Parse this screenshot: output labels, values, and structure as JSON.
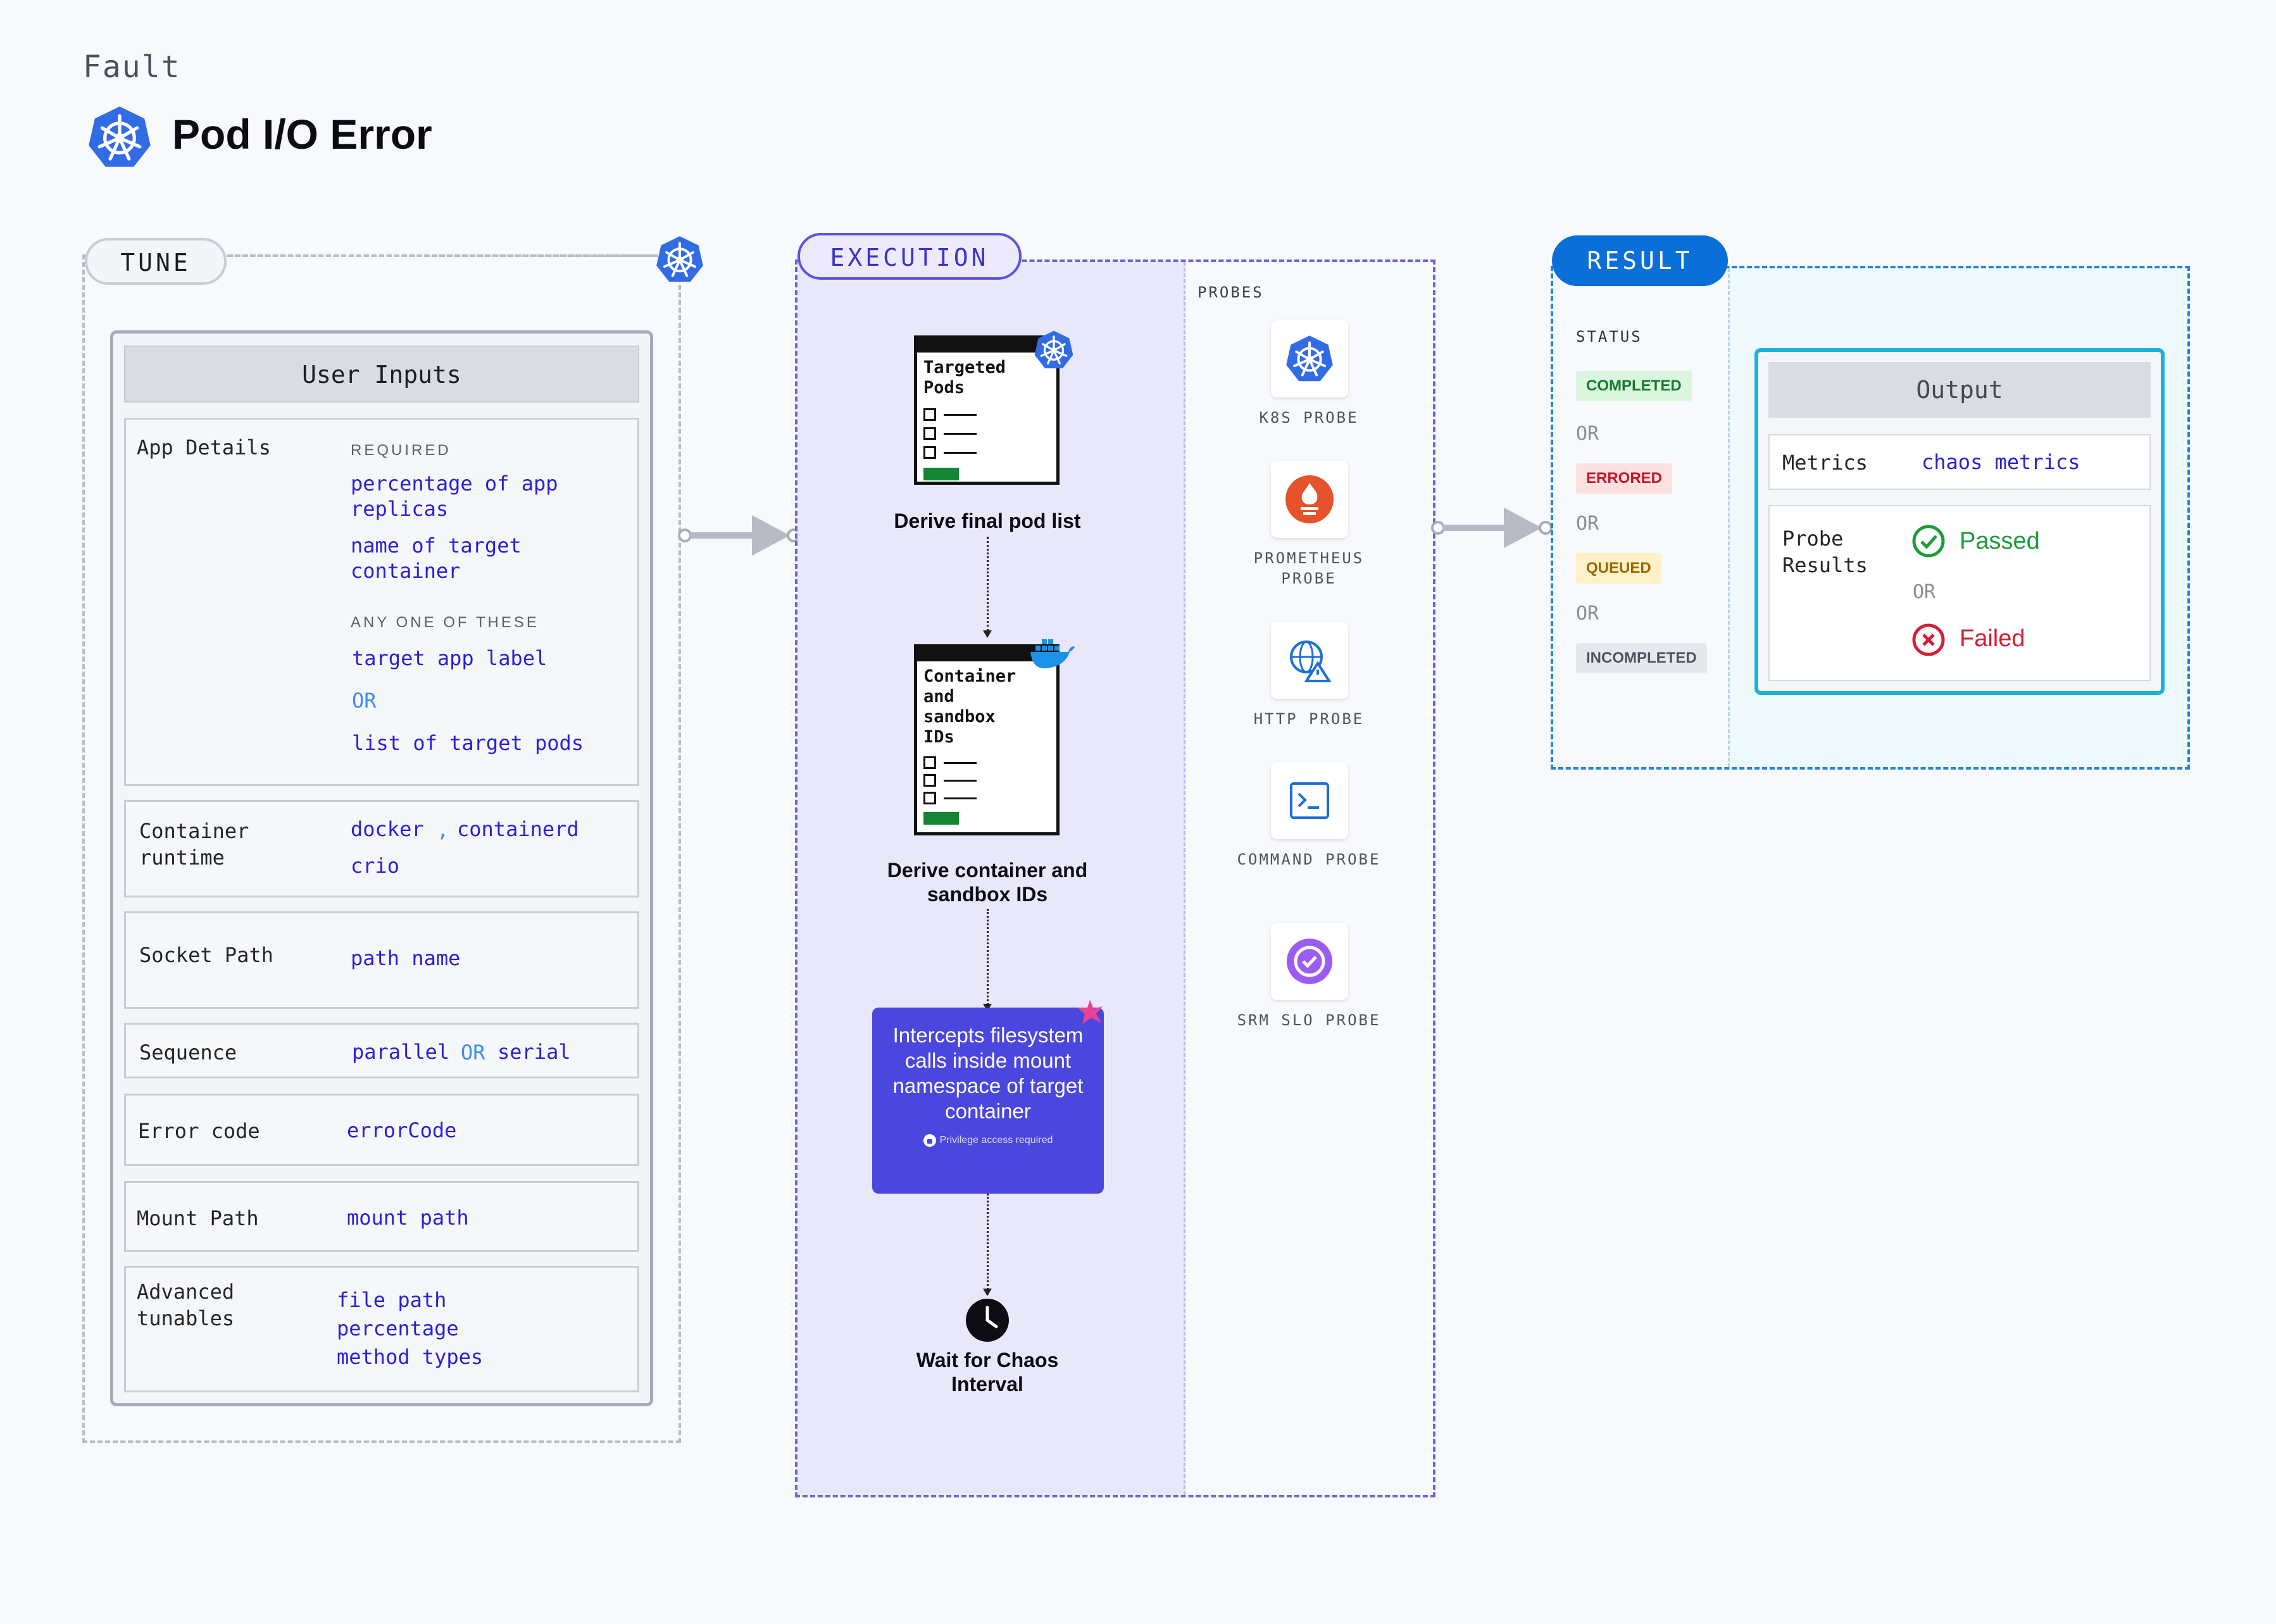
{
  "header": {
    "category": "Fault",
    "title": "Pod I/O Error",
    "logo": "kubernetes-icon"
  },
  "tune": {
    "pill_label": "TUNE",
    "card_title": "User Inputs",
    "app_details": {
      "label": "App Details",
      "required_caption": "REQUIRED",
      "required_values": [
        "percentage of app replicas",
        "name of target container"
      ],
      "any_one_caption": "ANY ONE OF THESE",
      "any_one_values": [
        "target app label",
        "list of target pods"
      ],
      "or": "OR"
    },
    "container_runtime": {
      "label": "Container runtime",
      "values": [
        "docker",
        "containerd",
        "crio"
      ],
      "separator": ","
    },
    "socket_path": {
      "label": "Socket Path",
      "value": "path name"
    },
    "sequence": {
      "label": "Sequence",
      "value_a": "parallel",
      "or": "OR",
      "value_b": "serial"
    },
    "error_code": {
      "label": "Error code",
      "value": "errorCode"
    },
    "mount_path": {
      "label": "Mount Path",
      "value": "mount path"
    },
    "advanced": {
      "label": "Advanced tunables",
      "values": [
        "file path",
        "percentage",
        "method types"
      ]
    }
  },
  "execution": {
    "pill_label": "EXECUTION",
    "steps": [
      {
        "doc_title": "Targeted Pods",
        "caption": "Derive final pod list",
        "badge_icon": "kubernetes-icon"
      },
      {
        "doc_title": "Container and sandbox IDs",
        "caption": "Derive container and sandbox IDs",
        "badge_icon": "docker-icon"
      },
      {
        "box_text": "Intercepts filesystem calls inside mount namespace of target container",
        "note": "Privilege access required",
        "badge_icon": "chaos-icon"
      },
      {
        "caption": "Wait for Chaos Interval",
        "icon": "clock-icon"
      }
    ]
  },
  "probes": {
    "caption": "PROBES",
    "items": [
      {
        "label": "K8S PROBE",
        "icon": "kubernetes-icon"
      },
      {
        "label": "PROMETHEUS PROBE",
        "icon": "prometheus-icon"
      },
      {
        "label": "HTTP PROBE",
        "icon": "http-globe-icon"
      },
      {
        "label": "COMMAND PROBE",
        "icon": "terminal-icon"
      },
      {
        "label": "SRM SLO PROBE",
        "icon": "srm-slo-icon"
      }
    ]
  },
  "result": {
    "pill_label": "RESULT",
    "status_caption": "STATUS",
    "statuses": [
      "COMPLETED",
      "ERRORED",
      "QUEUED",
      "INCOMPLETED"
    ],
    "or": "OR",
    "output": {
      "title": "Output",
      "metrics_label": "Metrics",
      "metrics_value": "chaos metrics",
      "probe_results_label": "Probe Results",
      "passed": "Passed",
      "failed": "Failed"
    }
  },
  "colors": {
    "k8s_blue": "#326ce5",
    "exec_purple": "#4a46de",
    "result_blue": "#0a6fd6",
    "completed_bg": "#dcf5df",
    "errored_bg": "#fde0e0",
    "queued_bg": "#fdf1c7",
    "incompleted_bg": "#e7e8ee"
  }
}
